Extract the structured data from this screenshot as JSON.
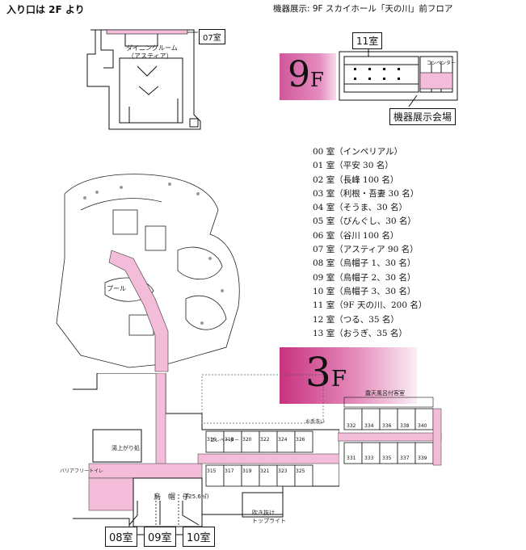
{
  "header": {
    "entrance_note": "入り口は 2F より",
    "exhibit_note": "機器展示: 9F スカイホール「天の川」前フロア"
  },
  "top_plan": {
    "dining_label_1": "ダイニングルーム",
    "dining_label_2": "（アスティア）",
    "room07_callout": "07室"
  },
  "floor9": {
    "floor_label": "9",
    "floor_suffix": "F",
    "room11_callout": "11室",
    "exhibit_callout": "機器展示会場",
    "convention_label": "コンベンター"
  },
  "room_list": [
    "00 室（インペリアル）",
    "01 室（平安 30 名）",
    "02 室（長峰 100 名）",
    "03 室（利根・吾妻 30 名）",
    "04 室（そうま、30 名）",
    "05 室（びんぐし、30 名）",
    "06 室（谷川 100 名）",
    "07 室（アスティア 90 名）",
    "08 室（烏帽子 1、30 名）",
    "09 室（烏帽子 2、30 名）",
    "10 室（烏帽子 3、30 名）",
    "11 室（9F 天の川、200 名）",
    "12 室（つる、35 名）",
    "13 室（おうぎ、35 名）"
  ],
  "floor3": {
    "floor_label": "3",
    "floor_suffix": "F",
    "open_air_bath_rooms": "露天風呂付客室",
    "hall_name": "烏　帽　子",
    "hall_area": "(225.6㎡)",
    "bath_exit": "湯上がり処",
    "pool": "プール",
    "barrier_free_toilet": "バリアフリートイレ",
    "restroom": "お手洗い",
    "atrium": "吹き抜け\nトップライト",
    "elevator": "エレベーター",
    "rooms_upper": [
      "316",
      "318",
      "320",
      "322",
      "324",
      "326"
    ],
    "rooms_lower": [
      "315",
      "317",
      "319",
      "321",
      "323",
      "325"
    ],
    "rooms_east_upper": [
      "332",
      "334",
      "336",
      "338",
      "340"
    ],
    "rooms_east_lower": [
      "331",
      "333",
      "335",
      "337",
      "339"
    ]
  },
  "bottom_callouts": {
    "room08": "08室",
    "room09": "09室",
    "room10": "10室"
  }
}
